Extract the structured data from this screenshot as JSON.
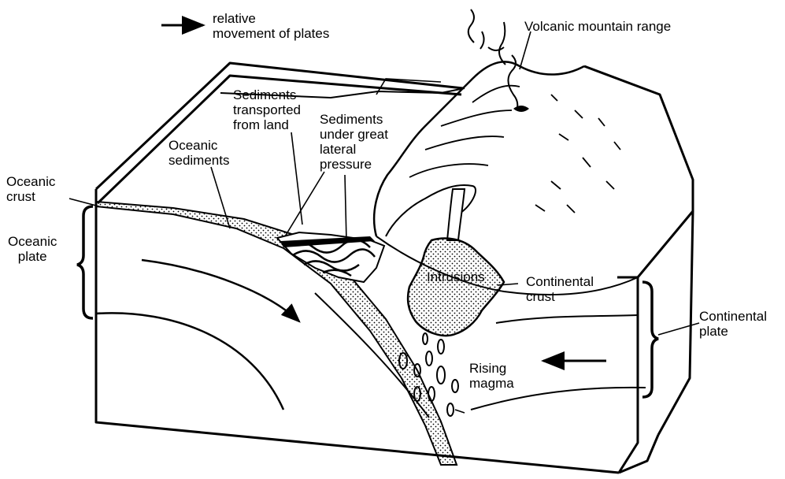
{
  "legend": {
    "arrow_label": "relative\nmovement of plates"
  },
  "labels": {
    "volcanic_mountain_range": "Volcanic mountain range",
    "sediments_transported": "Sediments\ntransported\nfrom land",
    "sediments_pressure": "Sediments\nunder great\nlateral\npressure",
    "oceanic_sediments": "Oceanic\nsediments",
    "oceanic_crust": "Oceanic\ncrust",
    "oceanic_plate": "Oceanic\nplate",
    "intrusions": "Intrusions",
    "continental_crust": "Continental\ncrust",
    "continental_plate": "Continental\nplate",
    "rising_magma": "Rising\nmagma"
  },
  "colors": {
    "ink": "#000000",
    "background": "#ffffff"
  }
}
